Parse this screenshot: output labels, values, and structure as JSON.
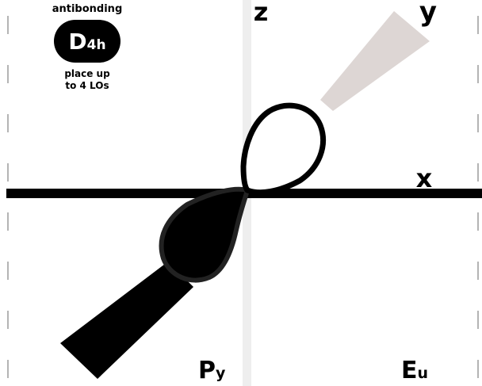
{
  "header": {
    "caption_top": "antibonding",
    "point_group": {
      "main": "D",
      "sub": "4h"
    },
    "caption_bottom_line1": "place up",
    "caption_bottom_line2": "to 4 LOs"
  },
  "axes": {
    "z_label": "z",
    "y_label": "y",
    "x_label": "x"
  },
  "orbital": {
    "name_main": "P",
    "name_sub": "y",
    "symmetry_main": "E",
    "symmetry_sub": "u"
  },
  "colors": {
    "background": "#ffffff",
    "z_axis_band": "#eeeeee",
    "y_axis_beam": "#ddd6d4",
    "lobe_dark_fill": "#000000",
    "lobe_dark_outline": "#222222",
    "lobe_light_fill": "#ffffff",
    "badge_fill": "#000000",
    "edge_ticks": "#b4b4b4"
  }
}
